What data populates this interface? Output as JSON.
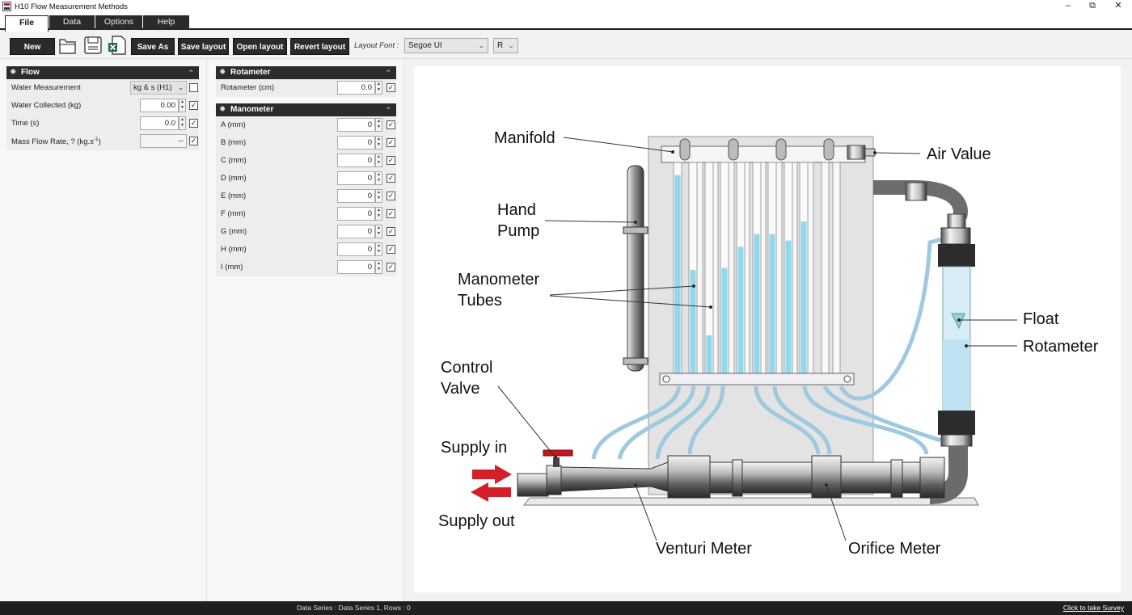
{
  "window": {
    "title": "H10 Flow Measurement Methods",
    "minimize": "–",
    "restore": "⧉",
    "close": "✕"
  },
  "menu": {
    "tabs": [
      "File",
      "Data",
      "Options",
      "Help"
    ],
    "active": "File"
  },
  "toolbar": {
    "new_label": "New",
    "save_as_label": "Save As",
    "save_layout_label": "Save layout",
    "open_layout_label": "Open layout",
    "revert_layout_label": "Revert layout",
    "layout_font_label": "Layout Font :",
    "font_value": "Segoe UI",
    "font_style_value": "R",
    "icons": [
      "open-folder-icon",
      "save-disk-icon",
      "excel-export-icon"
    ]
  },
  "flow_panel": {
    "title": "Flow",
    "rows": [
      {
        "label": "Water Measurement",
        "type": "select",
        "value": "kg & s (H1)",
        "checked": false
      },
      {
        "label": "Water Collected (kg)",
        "type": "number",
        "value": "0.00",
        "checked": true
      },
      {
        "label": "Time (s)",
        "type": "number",
        "value": "0.0",
        "checked": true
      },
      {
        "label": "Mass Flow Rate, ? (kg.s",
        "sup": "-1",
        "label_end": ")",
        "type": "readonly",
        "value": "--",
        "checked": true
      }
    ]
  },
  "rotameter_panel": {
    "title": "Rotameter",
    "rows": [
      {
        "label": "Rotameter (cm)",
        "value": "0.0",
        "checked": true
      }
    ]
  },
  "manometer_panel": {
    "title": "Manometer",
    "rows": [
      {
        "label": "A (mm)",
        "value": "0",
        "checked": true
      },
      {
        "label": "B (mm)",
        "value": "0",
        "checked": true
      },
      {
        "label": "C (mm)",
        "value": "0",
        "checked": true
      },
      {
        "label": "D (mm)",
        "value": "0",
        "checked": true
      },
      {
        "label": "E (mm)",
        "value": "0",
        "checked": true
      },
      {
        "label": "F (mm)",
        "value": "0",
        "checked": true
      },
      {
        "label": "G (mm)",
        "value": "0",
        "checked": true
      },
      {
        "label": "H (mm)",
        "value": "0",
        "checked": true
      },
      {
        "label": "I (mm)",
        "value": "0",
        "checked": true
      }
    ]
  },
  "diagram": {
    "labels": {
      "manifold": "Manifold",
      "air_value": "Air Value",
      "hand": "Hand",
      "pump": "Pump",
      "manometer": "Manometer",
      "tubes": "Tubes",
      "float": "Float",
      "rotameter": "Rotameter",
      "control": "Control",
      "valve": "Valve",
      "supply_in": "Supply in",
      "supply_out": "Supply out",
      "venturi_meter": "Venturi Meter",
      "orifice_meter": "Orifice Meter"
    },
    "manometer_levels": [
      0.94,
      0.49,
      0.18,
      0.5,
      0.6,
      0.66,
      0.66,
      0.63,
      0.72
    ]
  },
  "statusbar": {
    "series_text": "Data Series : Data Series 1,  Rows : 0",
    "survey_link": "Click to take Survey"
  },
  "colors": {
    "dark": "#2c2c2c",
    "water": "#8fd8ee",
    "arrow_red": "#d21f2a"
  }
}
